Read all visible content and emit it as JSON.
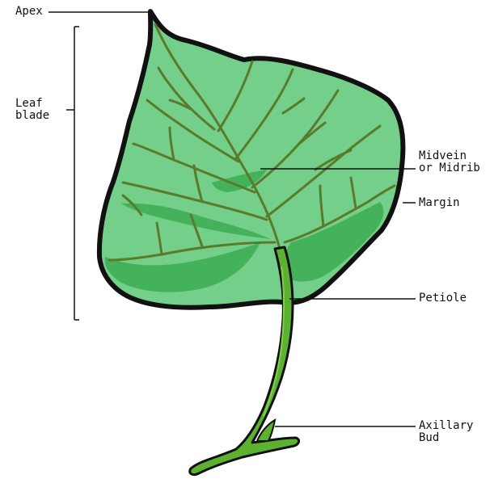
{
  "labels": {
    "apex": "Apex",
    "leaf_blade_line1": "Leaf",
    "leaf_blade_line2": "blade",
    "midvein_line1": "Midvein",
    "midvein_line2": "or Midrib",
    "margin": "Margin",
    "petiole": "Petiole",
    "axillary_bud_line1": "Axillary",
    "axillary_bud_line2": "Bud"
  },
  "colors": {
    "leaf_light": "#73cf8a",
    "leaf_dark": "#3fae55",
    "vein": "#5a7a2c",
    "stem": "#5cb130",
    "outline": "#111111"
  }
}
